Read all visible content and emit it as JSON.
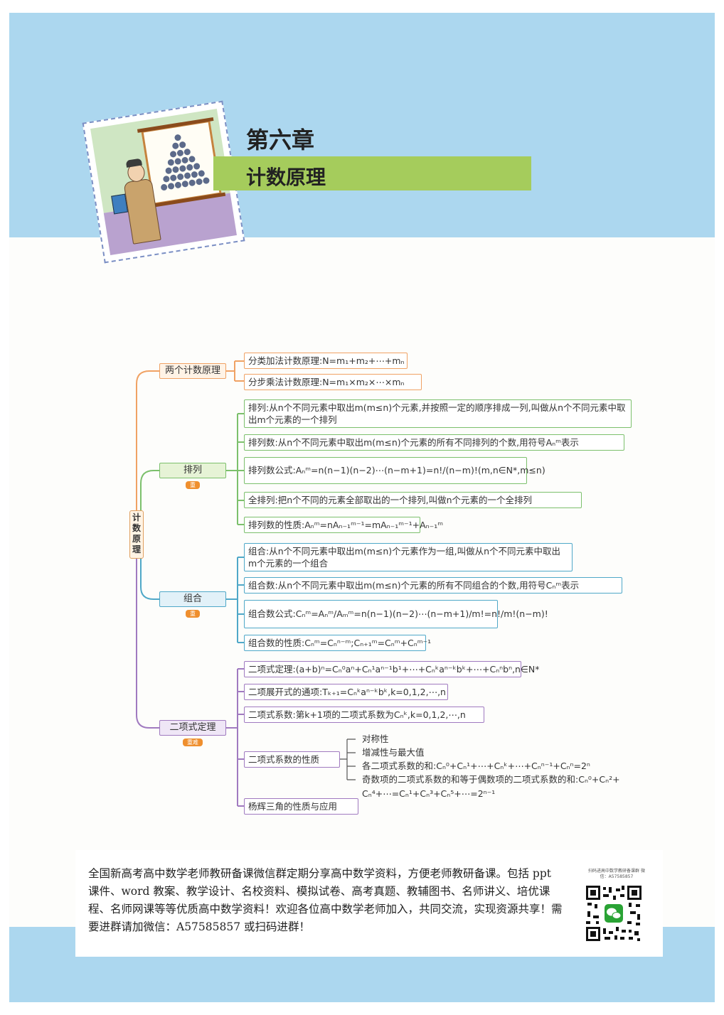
{
  "header": {
    "chapter": "第六章",
    "title": "计数原理"
  },
  "mindmap": {
    "root": "计数原理",
    "branches": [
      {
        "label": "两个计数原理",
        "items": [
          "分类加法计数原理:N=m₁+m₂+⋯+mₙ",
          "分步乘法计数原理:N=m₁×m₂×⋯×mₙ"
        ]
      },
      {
        "label": "排列",
        "badge": "重",
        "items": [
          "排列:从n个不同元素中取出m(m≤n)个元素,并按照一定的顺序排成一列,叫做从n个不同元素中取出m个元素的一个排列",
          "排列数:从n个不同元素中取出m(m≤n)个元素的所有不同排列的个数,用符号Aₙᵐ表示",
          "排列数公式:Aₙᵐ=n(n−1)(n−2)⋯(n−m+1)=n!/(n−m)!(m,n∈N*,m≤n)",
          "全排列:把n个不同的元素全部取出的一个排列,叫做n个元素的一个全排列",
          "排列数的性质:Aₙᵐ=nAₙ₋₁ᵐ⁻¹=mAₙ₋₁ᵐ⁻¹+Aₙ₋₁ᵐ"
        ]
      },
      {
        "label": "组合",
        "badge": "重",
        "items": [
          "组合:从n个不同元素中取出m(m≤n)个元素作为一组,叫做从n个不同元素中取出m个元素的一个组合",
          "组合数:从n个不同元素中取出m(m≤n)个元素的所有不同组合的个数,用符号Cₙᵐ表示",
          "组合数公式:Cₙᵐ=Aₙᵐ/Aₘᵐ=n(n−1)(n−2)⋯(n−m+1)/m!=n!/m!(n−m)!",
          "组合数的性质:Cₙᵐ=Cₙⁿ⁻ᵐ;Cₙ₊₁ᵐ=Cₙᵐ+Cₙᵐ⁻¹"
        ]
      },
      {
        "label": "二项式定理",
        "badge": "重难",
        "items": [
          "二项式定理:(a+b)ⁿ=Cₙ⁰aⁿ+Cₙ¹aⁿ⁻¹b¹+⋯+Cₙᵏaⁿ⁻ᵏbᵏ+⋯+Cₙⁿbⁿ,n∈N*",
          "二项展开式的通项:Tₖ₊₁=Cₙᵏaⁿ⁻ᵏbᵏ,k=0,1,2,⋯,n",
          "二项式系数:第k+1项的二项式系数为Cₙᵏ,k=0,1,2,⋯,n",
          "二项式系数的性质",
          "杨辉三角的性质与应用"
        ],
        "properties": [
          "对称性",
          "增减性与最大值",
          "各二项式系数的和:Cₙ⁰+Cₙ¹+⋯+Cₙᵏ+⋯+Cₙⁿ⁻¹+Cₙⁿ=2ⁿ",
          "奇数项的二项式系数的和等于偶数项的二项式系数的和:Cₙ⁰+Cₙ²+",
          "Cₙ⁴+⋯=Cₙ¹+Cₙ³+Cₙ⁵+⋯=2ⁿ⁻¹"
        ]
      }
    ]
  },
  "promo": {
    "text": "全国新高考高中数学老师教研备课微信群定期分享高中数学资料，方便老师教研备课。包括 ppt 课件、word 教案、教学设计、名校资料、模拟试卷、高考真题、教辅图书、名师讲义、培优课程、名师网课等等优质高中数学资料！欢迎各位高中数学老师加入，共同交流，实现资源共享！需要进群请加微信：A57585857 或扫码进群！",
    "qr_caption": "扫码进高中数学教研备课群 微信：A57585857"
  },
  "colors": {
    "sky": "#acd7ef",
    "title_bar": "#a5cc5c",
    "branch1": "#f0a264",
    "branch2": "#7cc06c",
    "branch3": "#4fa8c8",
    "branch4": "#a07ac0",
    "badge": "#ef8f2e"
  }
}
